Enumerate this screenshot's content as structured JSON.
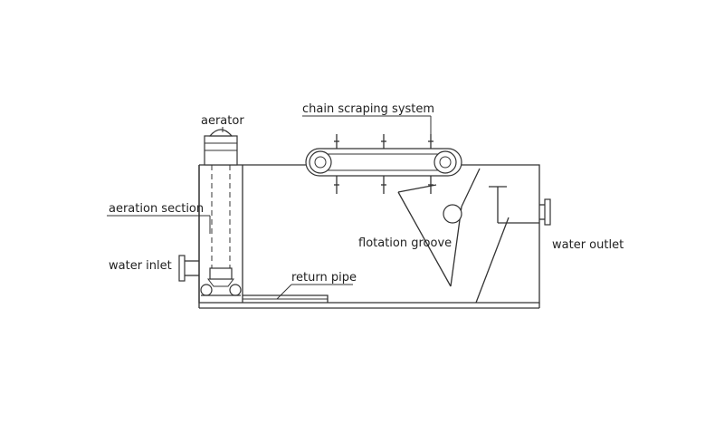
{
  "labels": {
    "aerator": "aerator",
    "chain_scraping_system": "chain scraping system",
    "aeration_section": "aeration section",
    "water_inlet": "water inlet",
    "return_pipe": "return pipe",
    "flotation_groove": "flotation groove",
    "water_outlet": "water outlet"
  },
  "colors": {
    "line": "#333333",
    "background": "#ffffff",
    "text": "#222222"
  }
}
